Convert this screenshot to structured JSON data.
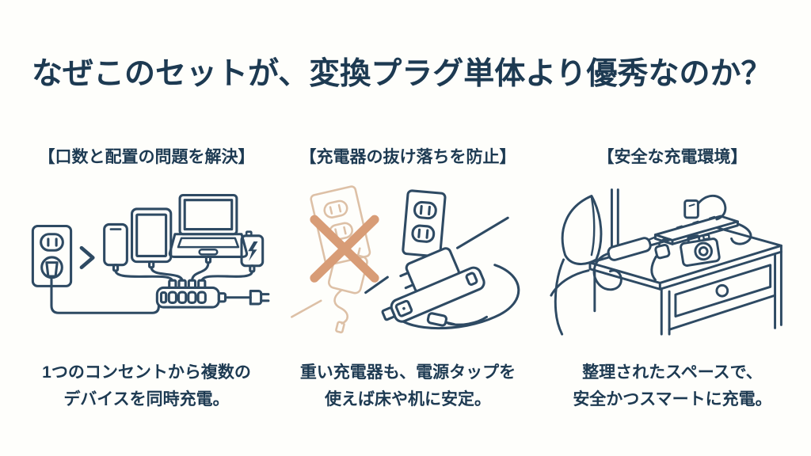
{
  "slide": {
    "title": "なぜこのセットが、変換プラグ単体より優秀なのか？",
    "colors": {
      "background": "#fefefb",
      "ink": "#1d3a52",
      "line_art": "#2e4a63",
      "warning_x": "#d89c76",
      "warning_light": "#ddc0a6"
    }
  },
  "columns": [
    {
      "header": "【口数と配置の問題を解決】",
      "illustration": "multi-device-charging-illustration",
      "caption_line1": "1つのコンセントから複数の",
      "caption_line2": "デバイスを同時充電。"
    },
    {
      "header": "【充電器の抜け落ちを防止】",
      "illustration": "charger-drop-prevention-illustration",
      "caption_line1": "重い充電器も、電源タップを",
      "caption_line2": "使えば床や机に安定。"
    },
    {
      "header": "【安全な充電環境】",
      "illustration": "tidy-nightstand-charging-illustration",
      "caption_line1": "整理されたスペースで、",
      "caption_line2": "安全かつスマートに充電。"
    }
  ]
}
